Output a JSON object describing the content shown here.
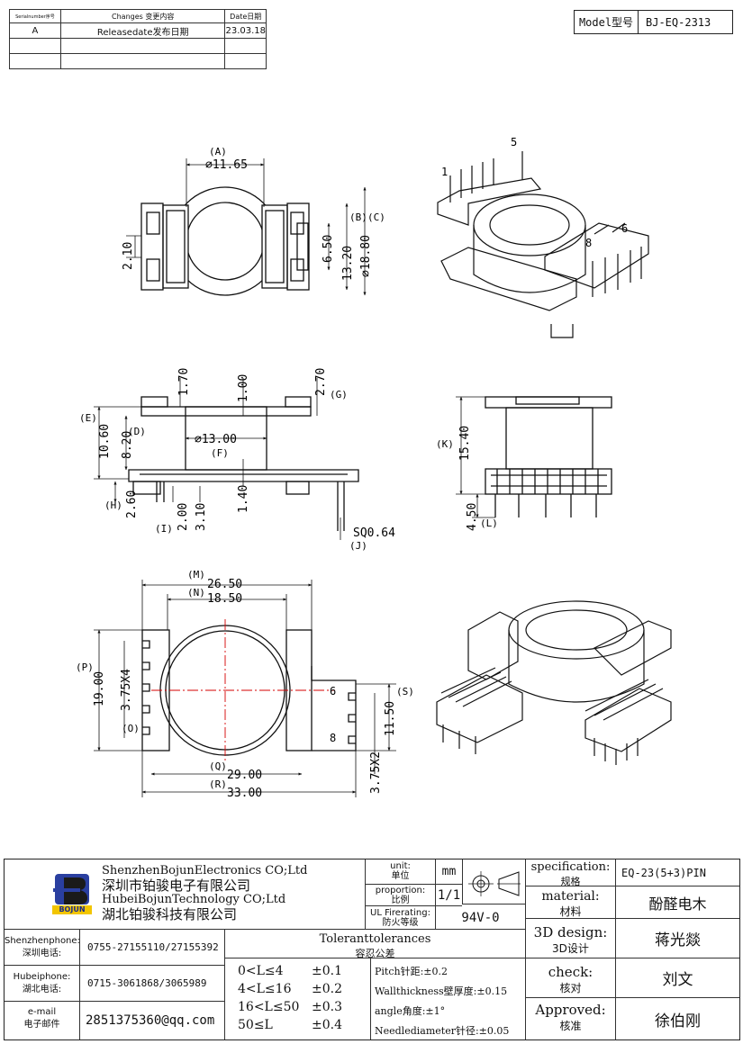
{
  "revision_table": {
    "headers": [
      "Serialnumber序号",
      "Changes 变更内容",
      "Date日期"
    ],
    "rows": [
      [
        "A",
        "Releasedate发布日期",
        "23.03.18"
      ],
      [
        "",
        "",
        ""
      ],
      [
        "",
        "",
        ""
      ]
    ]
  },
  "model": {
    "label": "Model型号",
    "value": "BJ-EQ-2313"
  },
  "top_view": {
    "A_label": "(A)",
    "A_value": "⌀11.65",
    "B_label": "(B)",
    "C_label": "(C)",
    "dim_2_10": "2.10",
    "dim_6_50": "6.50",
    "dim_13_20": "13.20",
    "dim_18_80": "⌀18.80"
  },
  "iso_top": {
    "pin1": "1",
    "pin5": "5",
    "pin6": "6",
    "pin8": "8"
  },
  "front_view": {
    "d_1_70": "1.70",
    "d_1_00": "1.00",
    "d_2_70": "2.70",
    "G": "(G)",
    "E": "(E)",
    "d_10_60": "10.60",
    "D": "(D)",
    "d_8_20": "8.20",
    "d_13_00": "⌀13.00",
    "F": "(F)",
    "H": "(H)",
    "d_2_60": "2.60",
    "d_2_00": "2.00",
    "d_3_10": "3.10",
    "d_1_40": "1.40",
    "I": "(I)",
    "sq": "SQ0.64",
    "J": "(J)"
  },
  "side_view": {
    "K": "(K)",
    "d_15_40": "15.40",
    "d_4_50": "4.50",
    "L": "(L)"
  },
  "bottom_view": {
    "M": "(M)",
    "d_26_50": "26.50",
    "N": "(N)",
    "d_18_50": "18.50",
    "P": "(P)",
    "d_19_00": "19.00",
    "d_3_75x4": "3.75X4",
    "O": "(O)",
    "pin6": "6",
    "pin8": "8",
    "S": "(S)",
    "d_11_50": "11.50",
    "d_3_75x2": "3.75X2",
    "Q": "(Q)",
    "d_29_00": "29.00",
    "R": "(R)",
    "d_33_00": "33.00"
  },
  "title_block": {
    "logo_text": "BOJUN",
    "company_en_1": "ShenzhenBojunElectronics CO;Ltd",
    "company_cn_1": "深圳市铂骏电子有限公司",
    "company_en_2": "HubeiBojunTechnology CO;Ltd",
    "company_cn_2": "湖北铂骏科技有限公司",
    "unit_label": "unit:",
    "unit_label_cn": "单位",
    "unit_value": "mm",
    "proportion_label": "proportion:",
    "proportion_label_cn": "比例",
    "proportion_value": "1/1",
    "ul_label": "UL Firerating:",
    "ul_label_cn": "防火等级",
    "ul_value": "94V-0",
    "spec_label": "specification:",
    "spec_label_cn": "规格",
    "spec_value": "EQ-23(5+3)PIN",
    "material_label": "material:",
    "material_label_cn": "材料",
    "material_value": "酚醛电木",
    "design_label": "3D design:",
    "design_label_cn": "3D设计",
    "design_value": "蒋光燚",
    "check_label": "check:",
    "check_label_cn": "核对",
    "check_value": "刘文",
    "approved_label": "Approved:",
    "approved_label_cn": "核准",
    "approved_value": "徐伯刚",
    "sz_phone_label": "Shenzhenphone:",
    "sz_phone_label_cn": "深圳电话:",
    "sz_phone": "0755-27155110/27155392",
    "hb_phone_label": "Hubeiphone:",
    "hb_phone_label_cn": "湖北电话:",
    "hb_phone": "0715-3061868/3065989",
    "email_label": "e-mail",
    "email_label_cn": "电子邮件",
    "email": "2851375360@qq.com",
    "tol_title": "Toleranttolerances",
    "tol_title_cn": "容忍公差",
    "tolerances": [
      {
        "range": "0<L≤4",
        "tol": "±0.1"
      },
      {
        "range": "4<L≤16",
        "tol": "±0.2"
      },
      {
        "range": "16<L≤50",
        "tol": "±0.3"
      },
      {
        "range": "50≤L",
        "tol": "±0.4"
      }
    ],
    "requirements": [
      "Pitch针距:±0.2",
      "Wallthickness壁厚度:±0.15",
      "angle角度:±1°",
      "Needlediameter针径:±0.05"
    ]
  }
}
